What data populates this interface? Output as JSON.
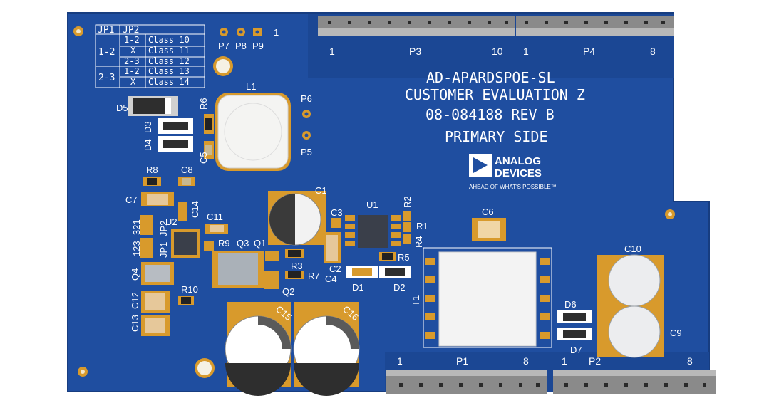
{
  "board": {
    "title_line1": "AD-APARDSPOE-SL",
    "title_line2": "CUSTOMER EVALUATION Z",
    "title_line3": "08-084188 REV B",
    "title_line4": "PRIMARY SIDE",
    "brand_line1": "ANALOG",
    "brand_line2": "DEVICES",
    "brand_tagline": "AHEAD OF WHAT'S POSSIBLE™",
    "colors": {
      "pcb": "#1f4ea0",
      "pcb_dark": "#1a4590",
      "pad": "#d89a2c",
      "silk": "#ffffff"
    }
  },
  "jumper_table": {
    "header": [
      "JP1",
      "JP2"
    ],
    "rows": [
      {
        "jp1": "1-2",
        "jp2": "1-2",
        "class": "Class 10"
      },
      {
        "jp1": "",
        "jp2": "X",
        "class": "Class 11"
      },
      {
        "jp1": "",
        "jp2": "2-3",
        "class": "Class 12"
      },
      {
        "jp1": "2-3",
        "jp2": "1-2",
        "class": "Class 13"
      },
      {
        "jp1": "",
        "jp2": "X",
        "class": "Class 14"
      }
    ]
  },
  "headers": {
    "p3": {
      "name": "P3",
      "start": "1",
      "end": "10"
    },
    "p4": {
      "name": "P4",
      "start": "1",
      "end": "8"
    },
    "p1": {
      "name": "P1",
      "start": "1",
      "end": "8"
    },
    "p2": {
      "name": "P2",
      "start": "1",
      "end": "8"
    }
  },
  "labels": {
    "p7": "P7",
    "p8": "P8",
    "p9": "P9",
    "p9_pin": "1",
    "l1": "L1",
    "p6": "P6",
    "p5": "P5",
    "d5": "D5",
    "d3": "D3",
    "d4": "D4",
    "r6": "R6",
    "c5": "C5",
    "r8": "R8",
    "c8": "C8",
    "c7": "C7",
    "c14": "C14",
    "jp2": "JP2",
    "jp1": "JP1",
    "jp2_pins": "321",
    "jp1_pins": "123",
    "u2": "U2",
    "c11": "C11",
    "r9": "R9",
    "q3": "Q3",
    "q1": "Q1",
    "q4": "Q4",
    "r10": "R10",
    "c12": "C12",
    "c13": "C13",
    "c1": "C1",
    "c3": "C3",
    "u1": "U1",
    "r2": "R2",
    "r1": "R1",
    "r4": "R4",
    "r5": "R5",
    "r3": "R3",
    "r7": "R7",
    "q2": "Q2",
    "c2": "C2",
    "c4": "C4",
    "d1": "D1",
    "d2": "D2",
    "c15": "C15",
    "c16": "C16",
    "c6": "C6",
    "t1": "T1",
    "c10": "C10",
    "c9": "C9",
    "d6": "D6",
    "d7": "D7"
  }
}
